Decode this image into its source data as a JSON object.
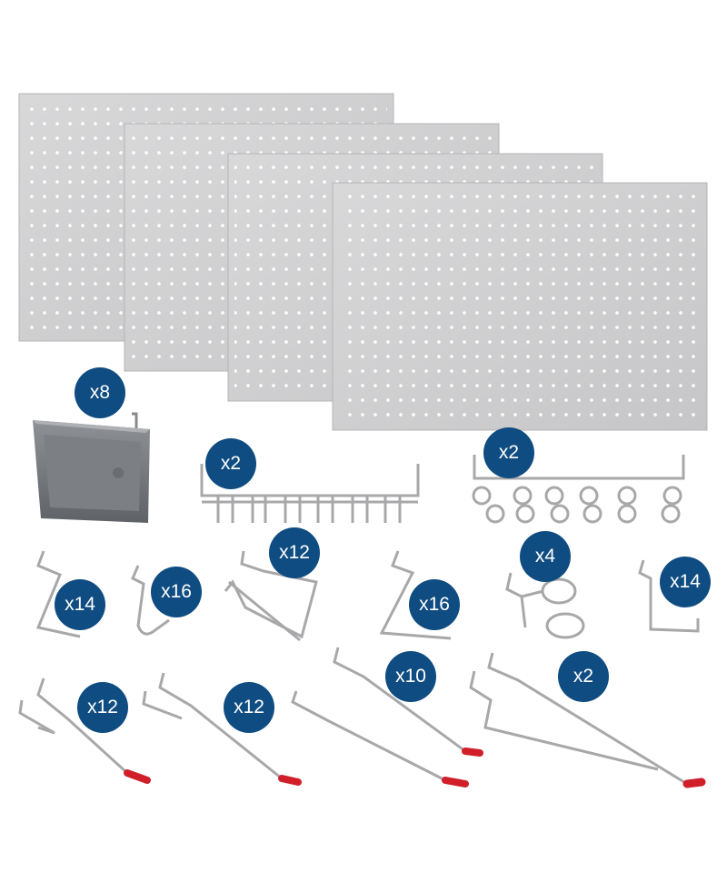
{
  "colors": {
    "badge": "#0f4c81",
    "panel": "#cfcfd0",
    "metal": "#a8a8ab",
    "tip": "#d11f2a"
  },
  "badges": [
    {
      "id": "bin",
      "label": "x8"
    },
    {
      "id": "strip-hook-rack",
      "label": "x2"
    },
    {
      "id": "ring-hook-rack",
      "label": "x2"
    },
    {
      "id": "l-hook-small",
      "label": "x14"
    },
    {
      "id": "curved-hook",
      "label": "x16"
    },
    {
      "id": "tool-holder",
      "label": "x12"
    },
    {
      "id": "angled-hook",
      "label": "x16"
    },
    {
      "id": "double-ring-hook",
      "label": "x4"
    },
    {
      "id": "u-hook",
      "label": "x14"
    },
    {
      "id": "short-peg-hook",
      "label": "x12"
    },
    {
      "id": "medium-peg-hook",
      "label": "x12"
    },
    {
      "id": "long-peg-hook",
      "label": "x10"
    },
    {
      "id": "support-peg-hook",
      "label": "x2"
    }
  ]
}
